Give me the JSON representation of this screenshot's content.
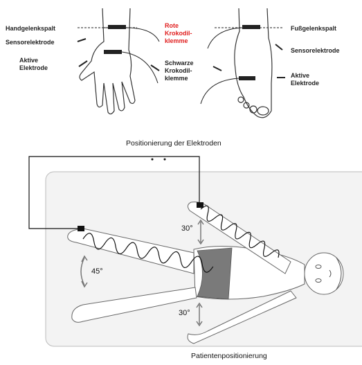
{
  "hand": {
    "label_joint_gap": "Handgelenkspalt",
    "label_sensor": "Sensorelektrode",
    "label_active": [
      "Aktive",
      "Elektrode"
    ]
  },
  "clamps": {
    "red": [
      "Rote",
      "Krokodil-",
      "klemme"
    ],
    "black": [
      "Schwarze",
      "Krokodil-",
      "klemme"
    ],
    "red_color": "#e02020"
  },
  "foot": {
    "label_joint_gap": "Fußgelenkspalt",
    "label_sensor": "Sensorelektrode",
    "label_active": [
      "Aktive",
      "Elektrode"
    ]
  },
  "captions": {
    "electrode_positioning": "Positionierung der Elektroden",
    "patient_positioning": "Patientenpositionierung"
  },
  "angles": {
    "arm": "30°",
    "leg_raise": "45°",
    "foot": "30°"
  }
}
